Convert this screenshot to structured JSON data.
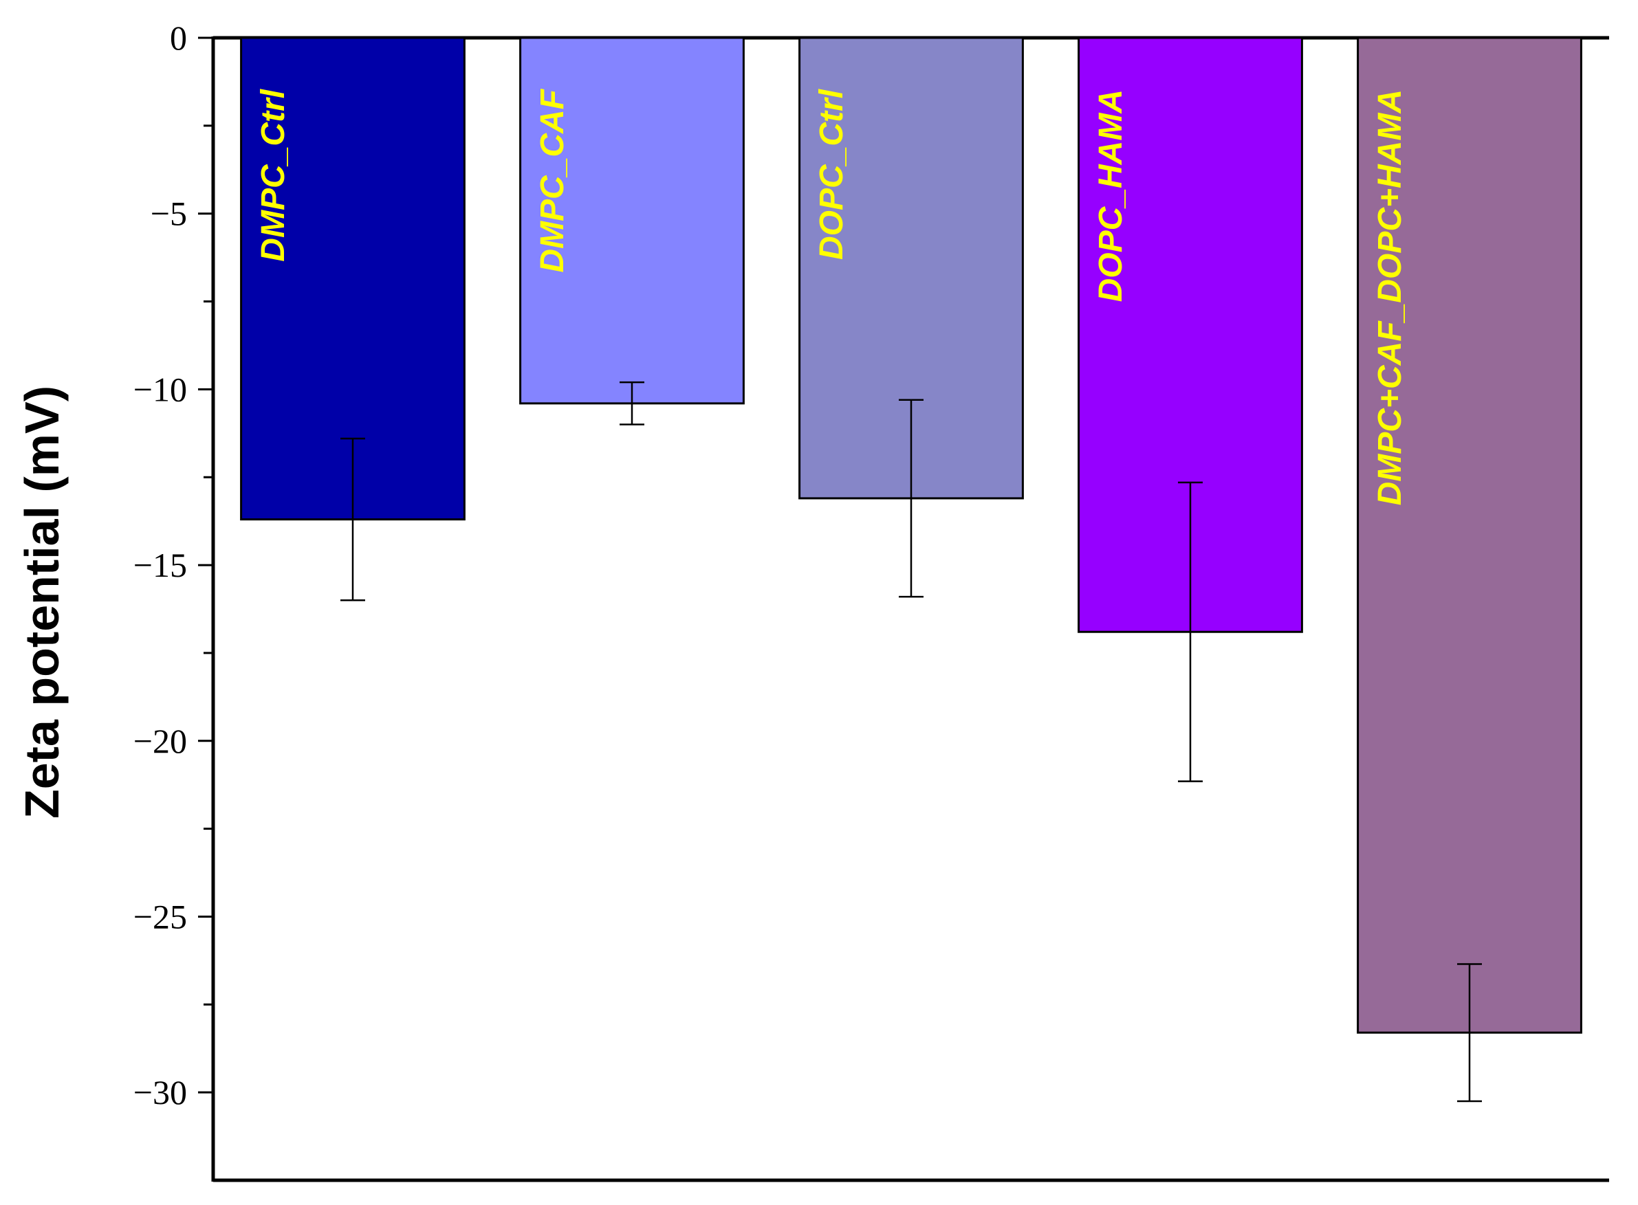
{
  "chart_data": {
    "type": "bar",
    "title": "",
    "xlabel": "",
    "ylabel": "Zeta potential (mV)",
    "ylim": [
      -32.5,
      0
    ],
    "yticks": [
      0,
      -5,
      -10,
      -15,
      -20,
      -25,
      -30
    ],
    "ytick_labels": [
      "0",
      "−5",
      "−10",
      "−15",
      "−20",
      "−25",
      "−30"
    ],
    "grid": false,
    "legend": "none",
    "categories": [
      "DMPC_Ctrl",
      "DMPC_CAF",
      "DOPC_Ctrl",
      "DOPC_HAMA",
      "DMPC+CAF_DOPC+HAMA"
    ],
    "values": [
      -13.7,
      -10.4,
      -13.1,
      -16.9,
      -28.3
    ],
    "errors": [
      2.3,
      0.6,
      2.8,
      4.25,
      1.95
    ],
    "colors": [
      "#0000A8",
      "#8484FF",
      "#8686C8",
      "#9600FF",
      "#966A98"
    ],
    "label_color": "#FFFF00"
  }
}
